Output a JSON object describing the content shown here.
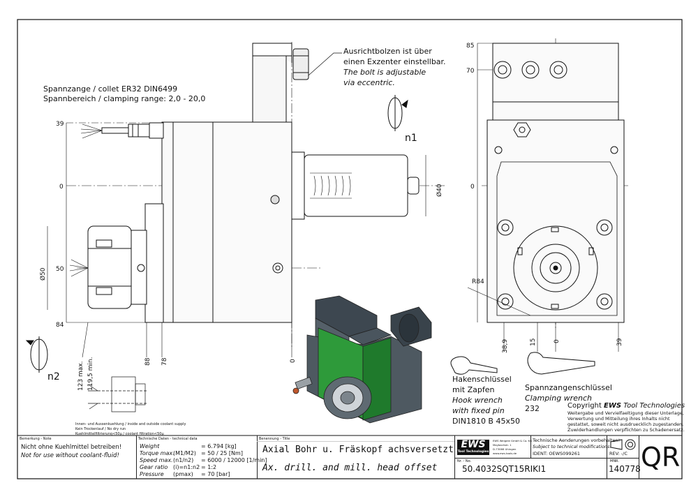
{
  "notes": {
    "bolt": [
      "Ausrichtbolzen ist über",
      "einen Exzenter einstellbar."
    ],
    "bolt_en": [
      "The bolt is adjustable",
      "via eccentric."
    ],
    "collet_line": "Spannzange / collet   ER32   DIN6499",
    "range_line": "Spannbereich / clamping range: 2,0 - 20,0",
    "coolant": [
      "Innen- und Aussenkuehlung / inside and outside coolant supply",
      "Kein Trockenlauf / No dry run",
      "Kuehlmittelfiltrierung<50µ / coolant filtration<50µ"
    ]
  },
  "dims_left": {
    "d39": "39",
    "d0": "0",
    "d50": "50",
    "d84": "84",
    "dia40": "Ø40",
    "dia50": "Ø50",
    "d123": "123 max.",
    "d119": "119,5 min.",
    "d88": "88",
    "d78": "78",
    "d0b": "0"
  },
  "dims_right": {
    "d85": "85",
    "d70": "70",
    "d0": "0",
    "r84": "R84",
    "d389": "38,9",
    "d15": "15",
    "d0b": "0",
    "d39": "39"
  },
  "rotation_labels": {
    "n1": "n1",
    "n2": "n2"
  },
  "wrench": {
    "hook": [
      "Hakenschlüssel",
      "mit Zapfen",
      "Hook wrench",
      "with fixed pin",
      "DIN1810 B 45x50"
    ],
    "clamp": [
      "Spannzangenschlüssel",
      "Clamping wrench",
      "232"
    ]
  },
  "copyright": {
    "title_prefix": "Copyright ",
    "title_brand": "EWS",
    "title_suffix": " Tool Technologies",
    "lines": [
      "Weitergabe und Vervielfaeltigung dieser Unterlage,",
      "Verwertung und Mitteilung ihres Inhalts nicht",
      "gestattet, soweit nicht ausdruecklich zugestanden.",
      "Zuwiderhandlungen verpflichten zu Schadenersatz."
    ]
  },
  "title_block": {
    "remark_header": "Bemerkung - Note",
    "remark_de": "Nicht ohne Kuehlmittel betreiben!",
    "remark_en": "Not for use without coolant-fluid!",
    "tech_header": "Technische Daten - technical data",
    "tech_rows": [
      {
        "label": "Weight",
        "sub": "",
        "value": "6.794 [kg]"
      },
      {
        "label": "Torque max.",
        "sub": "(M1/M2)",
        "value": "50 / 25 [Nm]"
      },
      {
        "label": "Speed max.",
        "sub": "(n1/n2)",
        "value": "6000 / 12000 [1/min]"
      },
      {
        "label": "Gear ratio",
        "sub": "(i)=n1:n2",
        "value": "1:2"
      },
      {
        "label": "Pressure",
        "sub": "(pmax)",
        "value": "70 [bar]"
      }
    ],
    "name_header": "Benennung - Title",
    "name_de": "Axial Bohr u. Fräskopf achsversetzt",
    "name_en": "Ax. drill. and mill. head offset",
    "logo_text": "EWS",
    "logo_sub": "Tool Technologies",
    "company": [
      "EWS Weigele GmbH & Co. KG",
      "Maybachstr. 1",
      "D-73066 Uhingen",
      "www.ews-tools.de"
    ],
    "changes_de": "Technische Aenderungen vorbehalten!",
    "changes_en": "Subject to technical modifications!",
    "ident": "IDENT: OEWS099261",
    "rev": "REV:  -/C",
    "nr_header": "Nr. - No.",
    "part_number": "50.4032SQT15RIKI1",
    "mnr_header": "MNR.",
    "mnr": "140778",
    "qr": "QR"
  }
}
